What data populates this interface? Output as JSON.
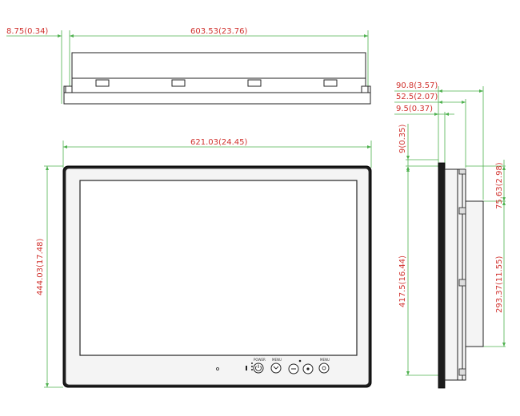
{
  "units_note": "",
  "dimensions": {
    "top_depth": "8.75(0.34)",
    "top_width": "603.53(23.76)",
    "front_width": "621.03(24.45)",
    "front_height": "444.03(17.48)",
    "side_total_depth": "90.8(3.57)",
    "side_mid_depth": "52.5(2.07)",
    "side_front_depth": "9.5(0.37)",
    "side_bezel_top": "9(0.35)",
    "side_bracket_top": "75.63(2.98)",
    "side_height": "417.5(16.44)",
    "side_bracket_height": "293.37(11.55)"
  },
  "button_labels": {
    "power": "POWER",
    "menu1": "MENU",
    "menu2": "MENU"
  }
}
